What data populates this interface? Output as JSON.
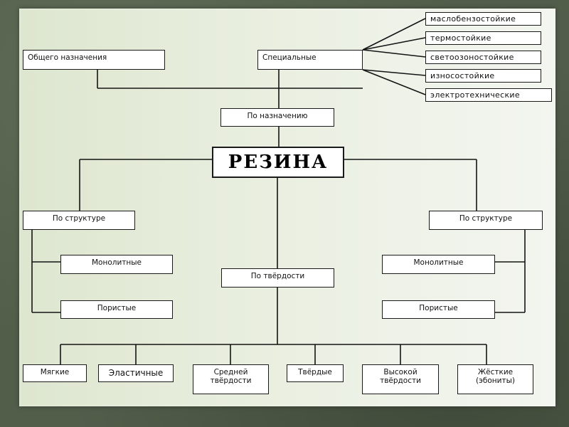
{
  "diagram": {
    "title": "РЕЗИНА",
    "by_purpose": "По назначению",
    "general": "Общего назначения",
    "special": "Специальные",
    "special_types": [
      "маслобензостойкие",
      "термостойкие",
      "светоозоностойкие",
      "износостойкие",
      "электротехнические"
    ],
    "structure_left": "По структуре",
    "structure_right": "По структуре",
    "monolithic_left": "Монолитные",
    "porous_left": "Пористые",
    "monolithic_right": "Монолитные",
    "porous_right": "Пористые",
    "by_hardness": "По твёрдости",
    "hardness_types": [
      "Мягкие",
      "Эластичные",
      "Средней твёрдости",
      "Твёрдые",
      "Высокой твёрдости",
      "Жёсткие (эбониты)"
    ]
  },
  "colors": {
    "background": "#525d4a",
    "slide": "#e7eddc",
    "box": "#ffffff",
    "line": "#141414"
  }
}
